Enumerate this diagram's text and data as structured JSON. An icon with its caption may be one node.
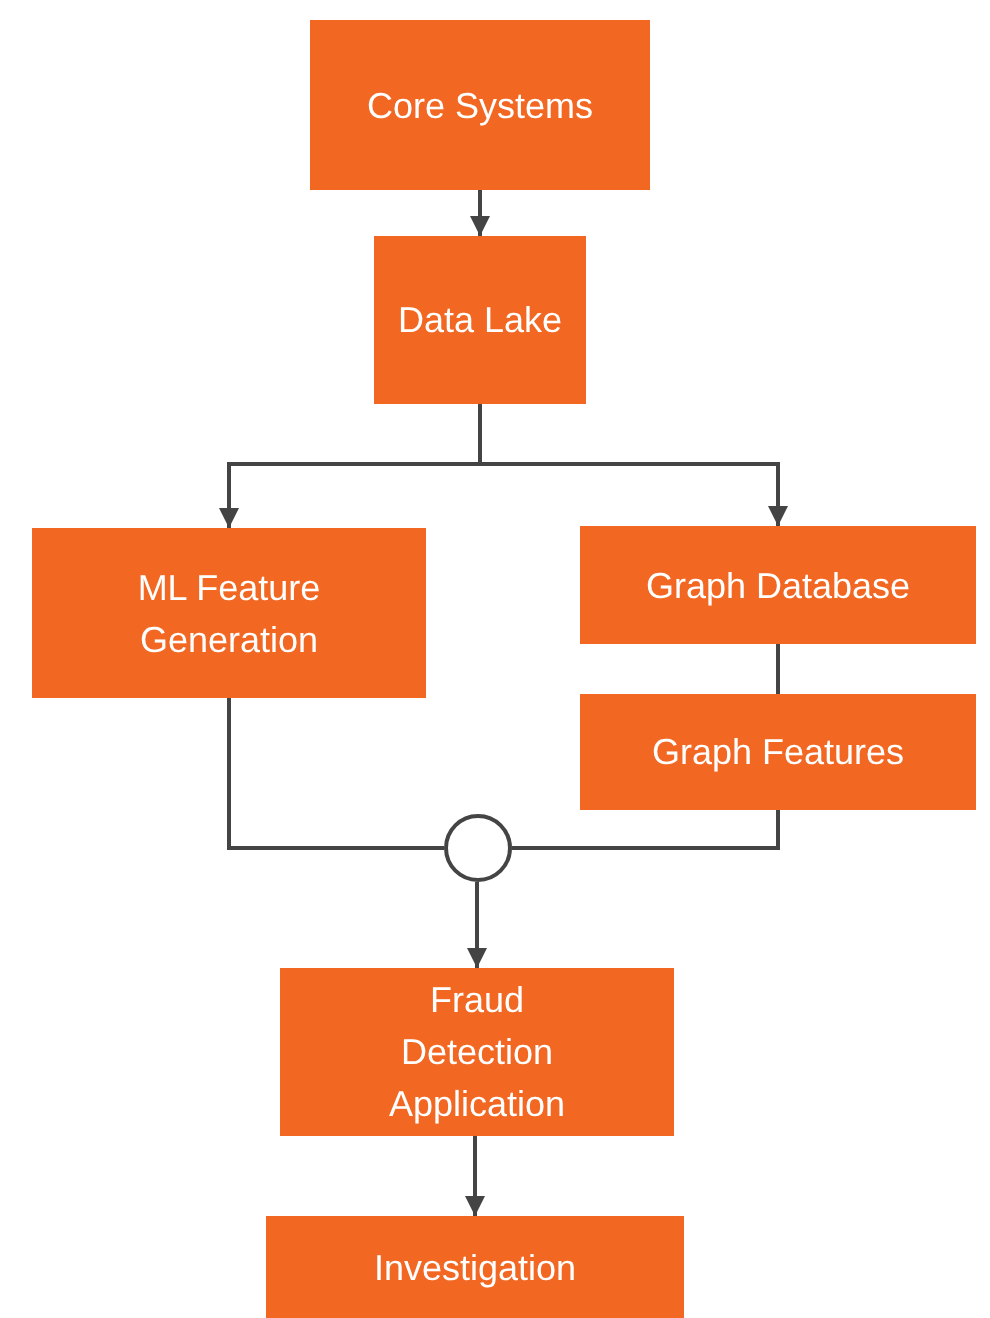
{
  "diagram": {
    "nodes": [
      {
        "text": [
          "Core Systems"
        ]
      },
      {
        "text": [
          "Data Lake"
        ]
      },
      {
        "text": [
          "ML Feature Generation"
        ]
      },
      {
        "text": [
          "Graph Database"
        ]
      },
      {
        "text": [
          "Graph Features"
        ]
      },
      {
        "text": [],
        "shape": "circle"
      },
      {
        "text": [
          "Fraud Detection Application"
        ]
      },
      {
        "text": [
          "Investigation"
        ]
      }
    ],
    "edges": [
      {
        "from": 0,
        "to": 1,
        "arrow": "to"
      },
      {
        "from": 1,
        "to": 2,
        "arrow": "to"
      },
      {
        "from": 1,
        "to": 3,
        "arrow": "to"
      },
      {
        "from": 3,
        "to": 4,
        "arrow": "none"
      },
      {
        "from": 2,
        "to": 5,
        "arrow": "none"
      },
      {
        "from": 4,
        "to": 5,
        "arrow": "none"
      },
      {
        "from": 5,
        "to": 6,
        "arrow": "to"
      },
      {
        "from": 6,
        "to": 7,
        "arrow": "to"
      }
    ]
  }
}
